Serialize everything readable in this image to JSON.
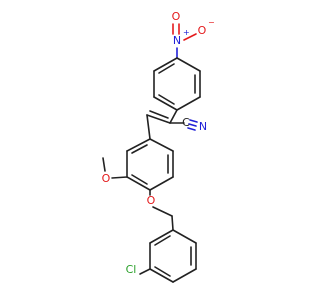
{
  "molecule": {
    "labels": {
      "nitro_n": "N",
      "nitro_plus": "+",
      "nitro_o_top": "O",
      "nitro_o_right": "O",
      "nitro_minus": "−",
      "nitrile": "N",
      "nitrile_c": "C",
      "methoxy_o": "O",
      "ether_o": "O",
      "chlorine": "Cl"
    },
    "colors": {
      "carbon_bond": "#222222",
      "oxygen": "#e41a1c",
      "nitrogen": "#2020d8",
      "chlorine": "#2aa02a"
    }
  }
}
